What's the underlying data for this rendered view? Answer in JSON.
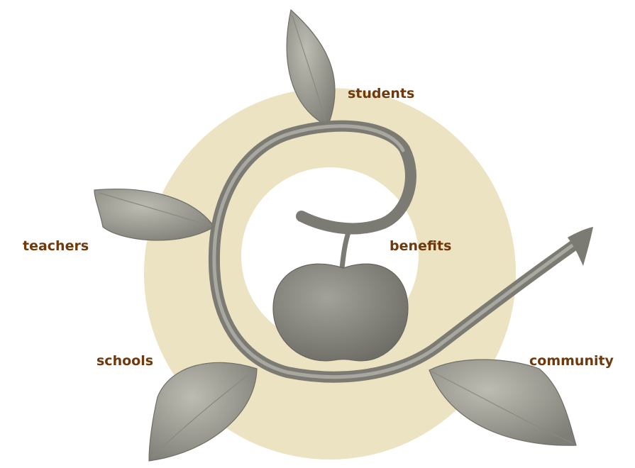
{
  "labels": {
    "students": "students",
    "teachers": "teachers",
    "benefits": "benefits",
    "schools": "schools",
    "community": "community"
  },
  "colors": {
    "label_text": "#6e3a0d",
    "ring": "#ece3c2",
    "plant": "#9b9a92",
    "plant_dark": "#7c7b73"
  }
}
